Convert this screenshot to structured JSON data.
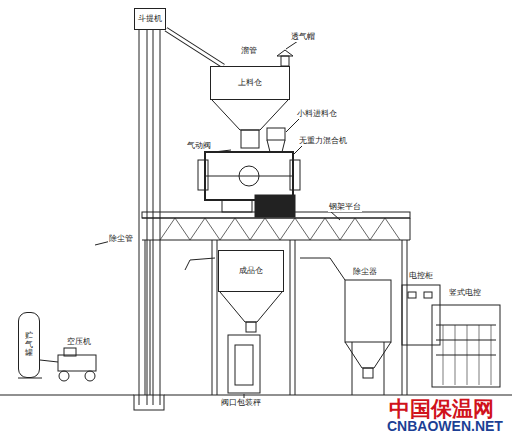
{
  "diagram": {
    "nodes": [
      {
        "text": [
          "斗提机"
        ]
      },
      {
        "text": [
          "上料仓"
        ]
      },
      {
        "text": [
          "成品仓"
        ]
      },
      {
        "text": [
          "贮气罐"
        ]
      }
    ],
    "edges": [
      {
        "from": 0,
        "to": 1,
        "arrow": "none"
      }
    ],
    "labels": [
      "溜管",
      "透气帽",
      "气动阀",
      "小料进料仓",
      "无重力混合机",
      "钢架平台",
      "除尘管",
      "空压机",
      "阀口包装秤",
      "除尘器",
      "电控柜",
      "竖式电控",
      "中国保温网",
      "CNBAOWEN.NET"
    ]
  }
}
